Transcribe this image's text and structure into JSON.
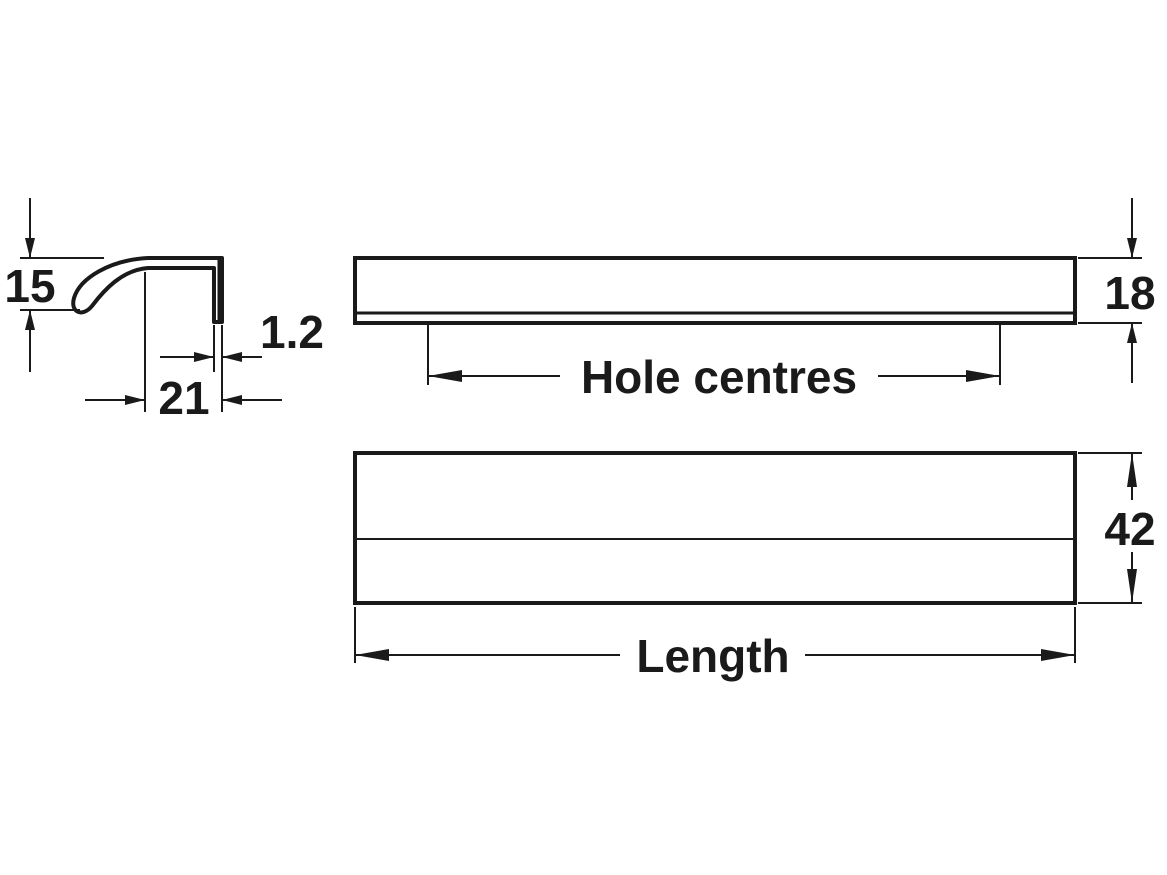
{
  "profile": {
    "height_label": "15",
    "depth_label": "21",
    "thickness_label": "1.2"
  },
  "top_view": {
    "height_label": "18",
    "hole_centres_label": "Hole centres"
  },
  "front_view": {
    "height_label": "42",
    "length_label": "Length"
  },
  "colors": {
    "ink": "#1a1a1a",
    "background": "#ffffff"
  }
}
